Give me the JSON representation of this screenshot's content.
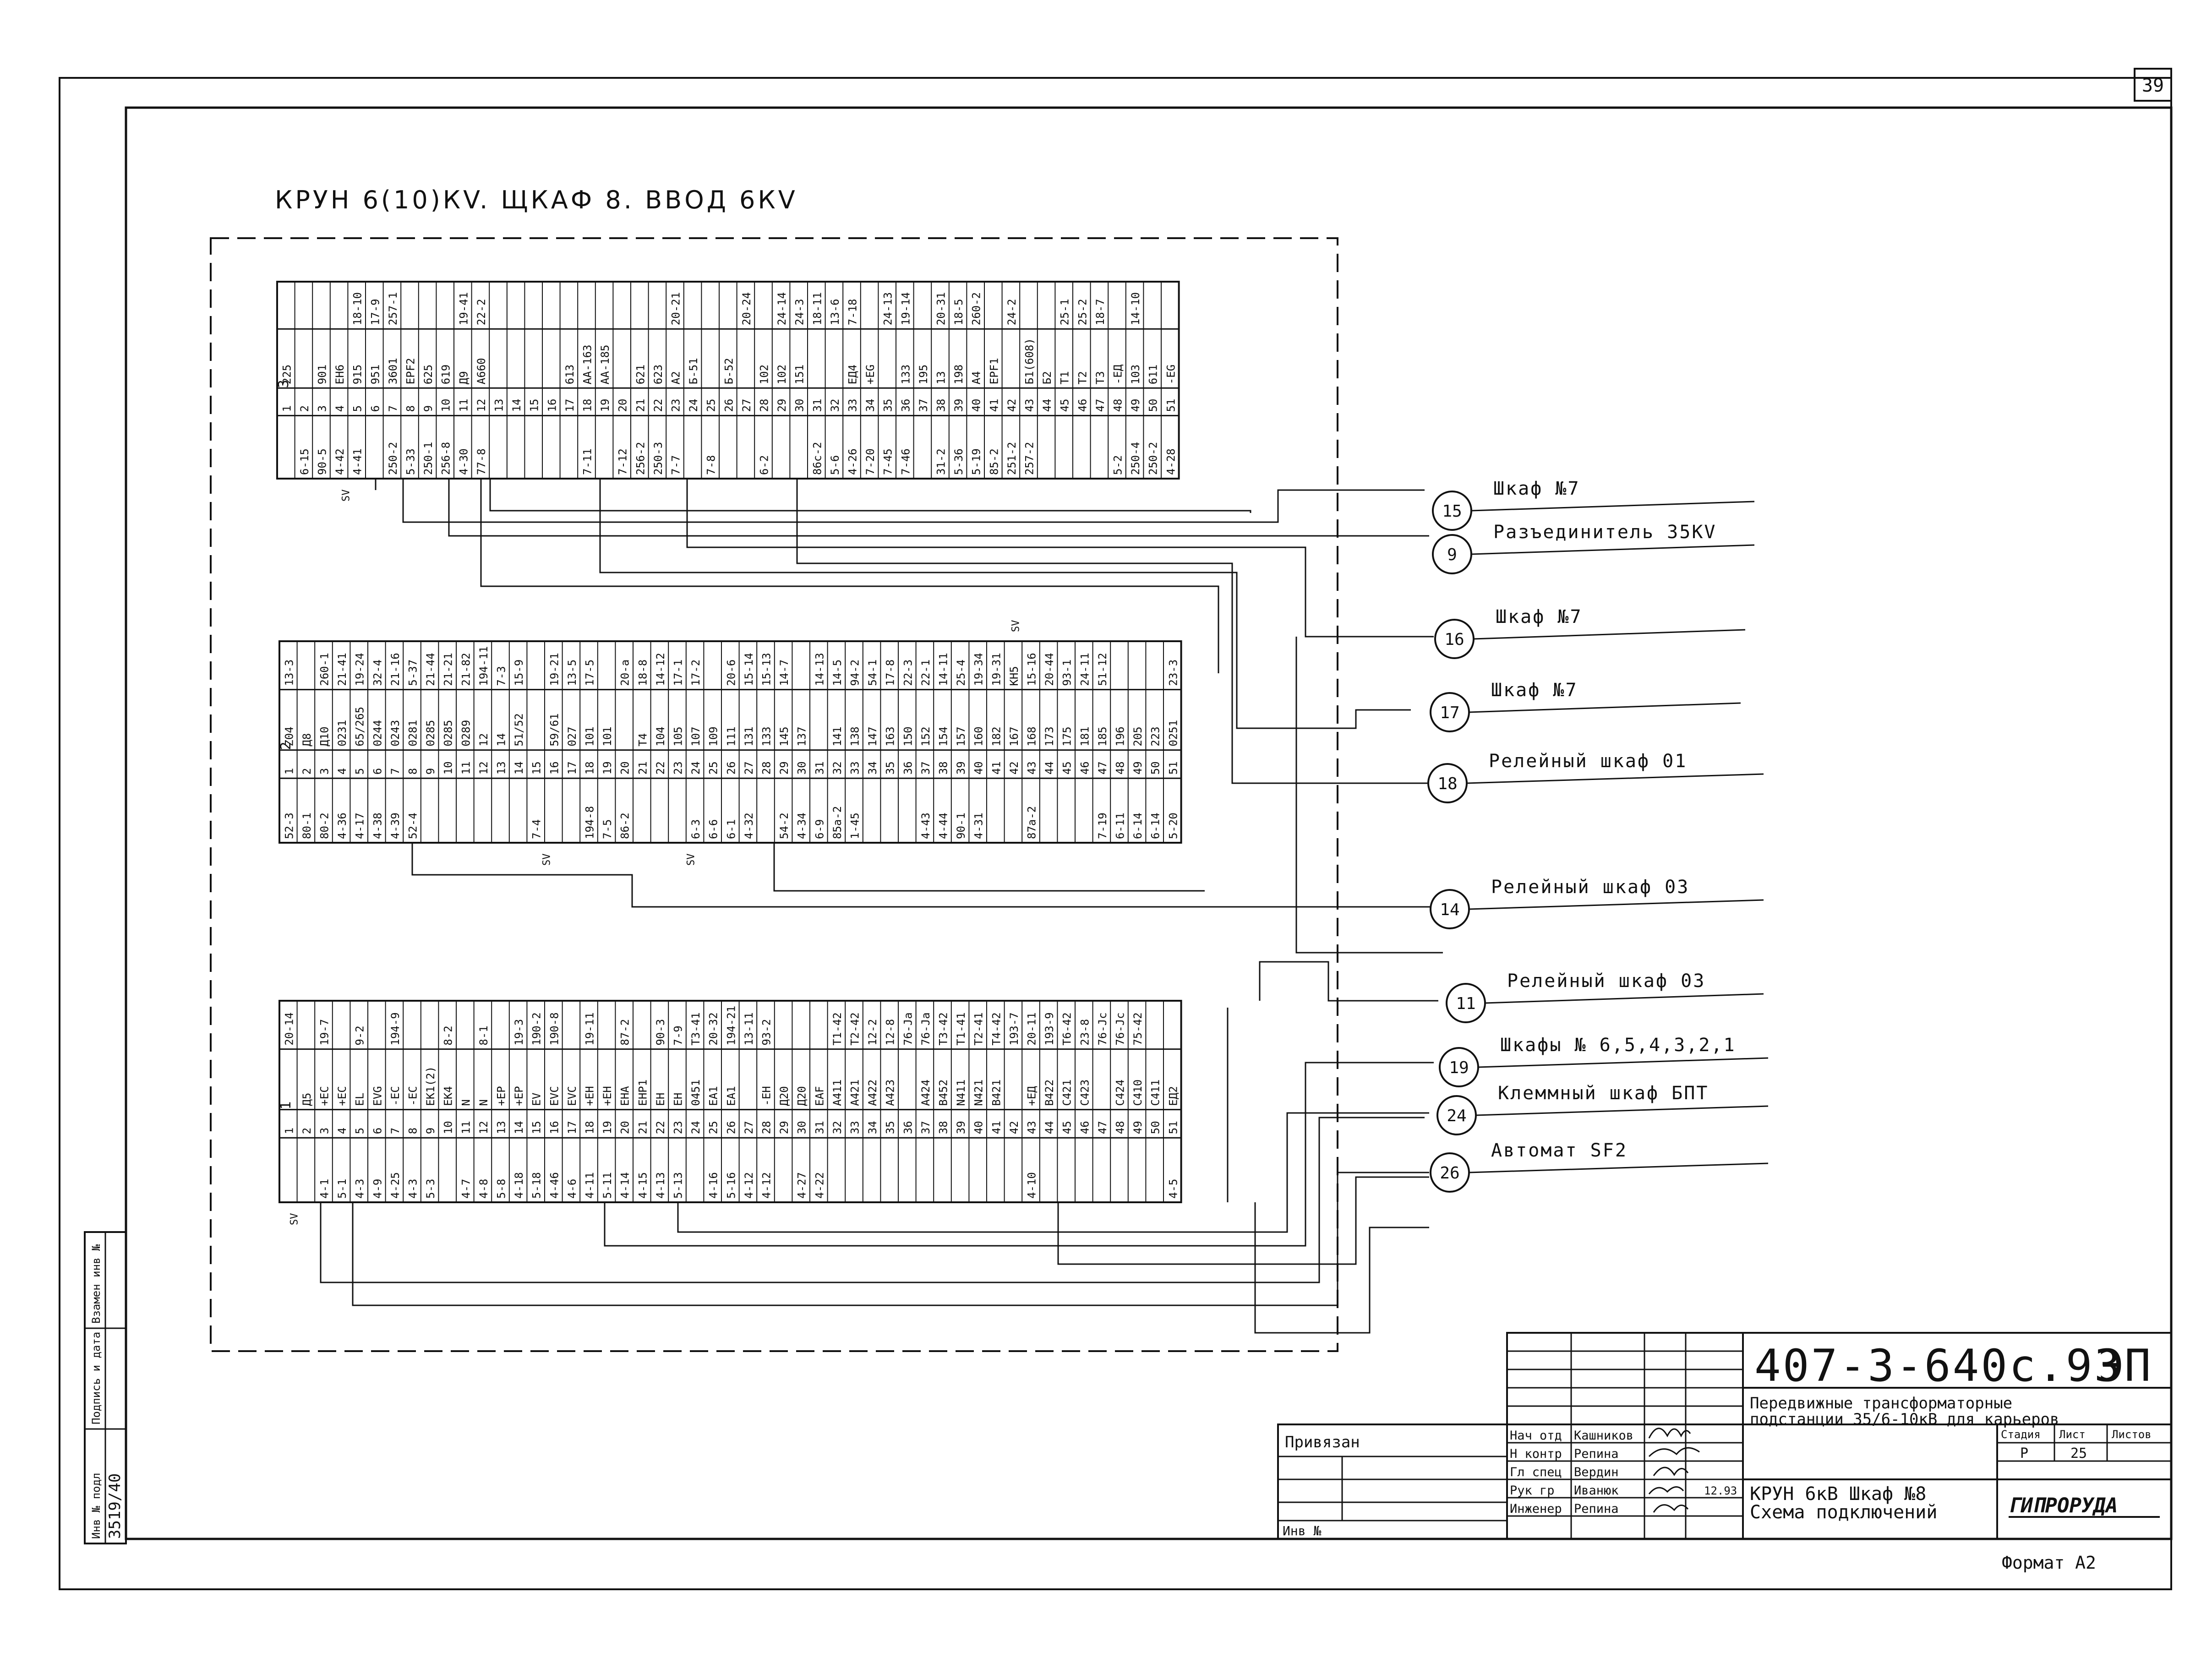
{
  "sheet": {
    "page_number": "39",
    "title": "КРУН 6(10)КV. ЩКАФ 8. ВВОД 6КV",
    "format_label": "Формат А2"
  },
  "connections": [
    {
      "num": "15",
      "label": "Шкаф №7"
    },
    {
      "num": "9",
      "label": "Разъединитель 35КV"
    },
    {
      "num": "16",
      "label": "Шкаф №7"
    },
    {
      "num": "17",
      "label": "Шкаф №7"
    },
    {
      "num": "18",
      "label": "Релейный шкаф 01"
    },
    {
      "num": "14",
      "label": "Релейный шкаф 03"
    },
    {
      "num": "11",
      "label": "Релейный шкаф 03"
    },
    {
      "num": "19",
      "label": "Шкафы № 6,5,4,3,2,1"
    },
    {
      "num": "24",
      "label": "Клеммный шкаф БПТ"
    },
    {
      "num": "26",
      "label": "Автомат SF2"
    }
  ],
  "blocks": [
    {
      "id": "3",
      "label": "3",
      "sv_marks": [
        "SV"
      ],
      "rows": [
        [
          "",
          "1",
          "225",
          ""
        ],
        [
          "6-15",
          "2",
          "",
          ""
        ],
        [
          "90-5",
          "3",
          "901",
          ""
        ],
        [
          "4-42",
          "4",
          "ЕН6",
          ""
        ],
        [
          "4-41",
          "5",
          "915",
          "18-10"
        ],
        [
          "",
          "6",
          "951",
          "17-9"
        ],
        [
          "250-2",
          "7",
          "3601",
          "257-1"
        ],
        [
          "5-33",
          "8",
          "EPF2",
          ""
        ],
        [
          "250-1",
          "9",
          "625",
          ""
        ],
        [
          "256-8",
          "10",
          "619",
          ""
        ],
        [
          "4-30",
          "11",
          "Д9",
          "19-41"
        ],
        [
          "77-8",
          "12",
          "А660",
          "22-2"
        ],
        [
          "",
          "13",
          "",
          ""
        ],
        [
          "",
          "14",
          "",
          ""
        ],
        [
          "",
          "15",
          "",
          ""
        ],
        [
          "",
          "16",
          "",
          ""
        ],
        [
          "",
          "17",
          "613",
          ""
        ],
        [
          "7-11",
          "18",
          "АА-163",
          ""
        ],
        [
          "",
          "19",
          "АА-185",
          ""
        ],
        [
          "7-12",
          "20",
          "",
          ""
        ],
        [
          "256-2",
          "21",
          "621",
          ""
        ],
        [
          "250-3",
          "22",
          "623",
          ""
        ],
        [
          "7-7",
          "23",
          "А2",
          "20-21"
        ],
        [
          "",
          "24",
          "Б-51",
          ""
        ],
        [
          "7-8",
          "25",
          "",
          ""
        ],
        [
          "",
          "26",
          "Б-52",
          ""
        ],
        [
          "",
          "27",
          "",
          "20-24"
        ],
        [
          "6-2",
          "28",
          "102",
          ""
        ],
        [
          "",
          "29",
          "102",
          "24-14"
        ],
        [
          "",
          "30",
          "151",
          "24-3"
        ],
        [
          "86с-2",
          "31",
          "",
          "18-11"
        ],
        [
          "5-6",
          "32",
          "",
          "13-6"
        ],
        [
          "4-26",
          "33",
          "ЕД4",
          "7-18"
        ],
        [
          "7-20",
          "34",
          "+EG",
          ""
        ],
        [
          "7-45",
          "35",
          "",
          "24-13"
        ],
        [
          "7-46",
          "36",
          "133",
          "19-14"
        ],
        [
          "",
          "37",
          "195",
          ""
        ],
        [
          "31-2",
          "38",
          "13",
          "20-31"
        ],
        [
          "5-36",
          "39",
          "198",
          "18-5"
        ],
        [
          "5-19",
          "40",
          "А4",
          "260-2"
        ],
        [
          "85-2",
          "41",
          "EPF1",
          ""
        ],
        [
          "251-2",
          "42",
          "",
          "24-2"
        ],
        [
          "257-2",
          "43",
          "Б1(608)",
          ""
        ],
        [
          "",
          "44",
          "Б2",
          ""
        ],
        [
          "",
          "45",
          "Т1",
          "25-1"
        ],
        [
          "",
          "46",
          "Т2",
          "25-2"
        ],
        [
          "",
          "47",
          "Т3",
          "18-7"
        ],
        [
          "5-2",
          "48",
          "-ЕД",
          ""
        ],
        [
          "250-4",
          "49",
          "103",
          "14-10"
        ],
        [
          "250-2",
          "50",
          "611",
          ""
        ],
        [
          "4-28",
          "51",
          "-EG",
          ""
        ]
      ]
    },
    {
      "id": "2",
      "label": "2",
      "sv_marks": [
        "SV",
        "SV",
        "SV"
      ],
      "rows": [
        [
          "52-3",
          "1",
          "Z04",
          "13-3"
        ],
        [
          "80-1",
          "2",
          "Д8",
          ""
        ],
        [
          "80-2",
          "3",
          "Д10",
          "260-1"
        ],
        [
          "4-36",
          "4",
          "0231",
          "21-41"
        ],
        [
          "4-17",
          "5",
          "65/265",
          "19-24"
        ],
        [
          "4-38",
          "6",
          "0244",
          "32-4"
        ],
        [
          "4-39",
          "7",
          "0243",
          "21-16"
        ],
        [
          "52-4",
          "8",
          "0281",
          "5-37"
        ],
        [
          "",
          "9",
          "0285",
          "21-44"
        ],
        [
          "",
          "10",
          "0285",
          "21-21"
        ],
        [
          "",
          "11",
          "0289",
          "21-82"
        ],
        [
          "",
          "12",
          "12",
          "194-11"
        ],
        [
          "",
          "13",
          "14",
          "7-3"
        ],
        [
          "",
          "14",
          "51/52",
          "15-9"
        ],
        [
          "7-4",
          "15",
          "",
          ""
        ],
        [
          "",
          "16",
          "59/61",
          "19-21"
        ],
        [
          "",
          "17",
          "027",
          "13-5"
        ],
        [
          "194-8",
          "18",
          "101",
          "17-5"
        ],
        [
          "7-5",
          "19",
          "101",
          ""
        ],
        [
          "86-2",
          "20",
          "",
          "20-а"
        ],
        [
          "",
          "21",
          "Т4",
          "18-8"
        ],
        [
          "",
          "22",
          "104",
          "14-12"
        ],
        [
          "",
          "23",
          "105",
          "17-1"
        ],
        [
          "6-3",
          "24",
          "107",
          "17-2"
        ],
        [
          "6-6",
          "25",
          "109",
          ""
        ],
        [
          "6-1",
          "26",
          "111",
          "20-6"
        ],
        [
          "4-32",
          "27",
          "131",
          "15-14"
        ],
        [
          "",
          "28",
          "133",
          "15-13"
        ],
        [
          "54-2",
          "29",
          "145",
          "14-7"
        ],
        [
          "4-34",
          "30",
          "137",
          ""
        ],
        [
          "6-9",
          "31",
          "",
          "14-13"
        ],
        [
          "85а-2",
          "32",
          "141",
          "14-5"
        ],
        [
          "1-45",
          "33",
          "138",
          "94-2"
        ],
        [
          "",
          "34",
          "147",
          "54-1"
        ],
        [
          "",
          "35",
          "163",
          "17-8"
        ],
        [
          "",
          "36",
          "150",
          "22-3"
        ],
        [
          "4-43",
          "37",
          "152",
          "22-1"
        ],
        [
          "4-44",
          "38",
          "154",
          "14-11"
        ],
        [
          "90-1",
          "39",
          "157",
          "25-4"
        ],
        [
          "4-31",
          "40",
          "160",
          "19-34"
        ],
        [
          "",
          "41",
          "182",
          "19-31"
        ],
        [
          "",
          "42",
          "167",
          "КН5"
        ],
        [
          "87а-2",
          "43",
          "168",
          "15-16"
        ],
        [
          "",
          "44",
          "173",
          "20-44"
        ],
        [
          "",
          "45",
          "175",
          "93-1"
        ],
        [
          "",
          "46",
          "181",
          "24-11"
        ],
        [
          "7-19",
          "47",
          "185",
          "51-12"
        ],
        [
          "6-11",
          "48",
          "196",
          ""
        ],
        [
          "6-14",
          "49",
          "205",
          ""
        ],
        [
          "6-14",
          "50",
          "223",
          ""
        ],
        [
          "5-20",
          "51",
          "0251",
          "23-3"
        ]
      ]
    },
    {
      "id": "1",
      "label": "1",
      "sv_marks": [
        "SV"
      ],
      "rows": [
        [
          "",
          "1",
          "",
          "20-14"
        ],
        [
          "",
          "2",
          "Д5",
          ""
        ],
        [
          "4-1",
          "3",
          "+EC",
          "19-7"
        ],
        [
          "5-1",
          "4",
          "+EC",
          ""
        ],
        [
          "4-3",
          "5",
          "EL",
          "9-2"
        ],
        [
          "4-9",
          "6",
          "EVG",
          ""
        ],
        [
          "4-25",
          "7",
          "-EC",
          "194-9"
        ],
        [
          "4-3",
          "8",
          "-EC",
          ""
        ],
        [
          "5-3",
          "9",
          "EK1(2)",
          ""
        ],
        [
          "",
          "10",
          "EK4",
          "8-2"
        ],
        [
          "4-7",
          "11",
          "N",
          ""
        ],
        [
          "4-8",
          "12",
          "N",
          "8-1"
        ],
        [
          "5-8",
          "13",
          "+EP",
          ""
        ],
        [
          "4-18",
          "14",
          "+EP",
          "19-3"
        ],
        [
          "5-18",
          "15",
          "EV",
          "190-2"
        ],
        [
          "4-46",
          "16",
          "EVC",
          "190-8"
        ],
        [
          "4-6",
          "17",
          "EVC",
          ""
        ],
        [
          "4-11",
          "18",
          "+EH",
          "19-11"
        ],
        [
          "5-11",
          "19",
          "+EH",
          ""
        ],
        [
          "4-14",
          "20",
          "EHA",
          "87-2"
        ],
        [
          "4-15",
          "21",
          "EHP1",
          ""
        ],
        [
          "4-13",
          "22",
          "EH",
          "90-3"
        ],
        [
          "5-13",
          "23",
          "EH",
          "7-9"
        ],
        [
          "",
          "24",
          "0451",
          "Т3-41"
        ],
        [
          "4-16",
          "25",
          "EA1",
          "20-32"
        ],
        [
          "5-16",
          "26",
          "EA1",
          "194-21"
        ],
        [
          "4-12",
          "27",
          "",
          "13-11"
        ],
        [
          "4-12",
          "28",
          "-EH",
          "93-2"
        ],
        [
          "",
          "29",
          "Д20",
          ""
        ],
        [
          "4-27",
          "30",
          "Д20",
          ""
        ],
        [
          "4-22",
          "31",
          "EAF",
          ""
        ],
        [
          "",
          "32",
          "А411",
          "Т1-42"
        ],
        [
          "",
          "33",
          "А421",
          "Т2-42"
        ],
        [
          "",
          "34",
          "А422",
          "12-2"
        ],
        [
          "",
          "35",
          "А423",
          "12-8"
        ],
        [
          "",
          "36",
          "",
          "76-Ja"
        ],
        [
          "",
          "37",
          "А424",
          "76-Ja"
        ],
        [
          "",
          "38",
          "В452",
          "Т3-42"
        ],
        [
          "",
          "39",
          "N411",
          "Т1-41"
        ],
        [
          "",
          "40",
          "N421",
          "Т2-41"
        ],
        [
          "",
          "41",
          "В421",
          "Т4-42"
        ],
        [
          "",
          "42",
          "",
          "193-7"
        ],
        [
          "4-10",
          "43",
          "+ЕД",
          "20-11"
        ],
        [
          "",
          "44",
          "В422",
          "193-9"
        ],
        [
          "",
          "45",
          "С421",
          "Т6-42"
        ],
        [
          "",
          "46",
          "С423",
          "23-8"
        ],
        [
          "",
          "47",
          "",
          "76-Jc"
        ],
        [
          "",
          "48",
          "С424",
          "76-Jc"
        ],
        [
          "",
          "49",
          "С410",
          "75-42"
        ],
        [
          "",
          "50",
          "С411",
          ""
        ],
        [
          "4-5",
          "51",
          "ЕД2",
          ""
        ]
      ]
    }
  ],
  "stamp": {
    "document_code": "407-3-640с.93",
    "document_suffix": "ЭП",
    "project_title_1": "Передвижные трансформаторные",
    "project_title_2": "подстанции 35/6-10кВ для карьеров",
    "sheet_title_1": "КРУН 6кВ Шкаф №8",
    "sheet_title_2": "Схема подключений",
    "stage_header": "Стадия",
    "sheet_header": "Лист",
    "sheets_header": "Листов",
    "stage_value": "Р",
    "sheet_value": "25",
    "company": "ГИПРОРУДА",
    "bound_label": "Привязан",
    "inv_label": "Инв №",
    "roles": [
      {
        "role": "Нач отд",
        "name": "Кашников"
      },
      {
        "role": "Н контр",
        "name": "Репина"
      },
      {
        "role": "Гл спец",
        "name": "Вердин"
      },
      {
        "role": "Рук гр",
        "name": "Иванюк"
      },
      {
        "role": "Инженер",
        "name": "Репина"
      }
    ],
    "date_value": "12.93"
  },
  "side_stamp": {
    "labels": [
      "Инв № подл",
      "Подпись и дата",
      "Взамен инв №"
    ],
    "inv_value": "3519/40"
  }
}
